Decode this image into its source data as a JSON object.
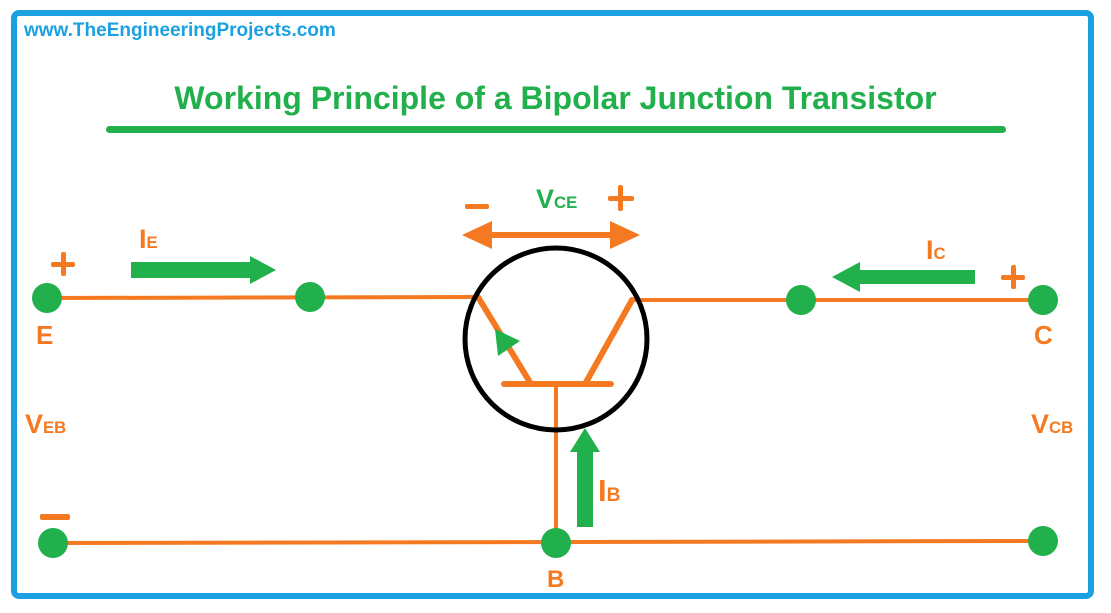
{
  "header": {
    "site_url": "www.TheEngineeringProjects.com",
    "title": "Working Principle of a Bipolar Junction Transistor"
  },
  "labels": {
    "emitter_terminal": "E",
    "collector_terminal": "C",
    "base_terminal": "B",
    "emitter_current": {
      "main": "I",
      "sub": "E"
    },
    "collector_current": {
      "main": "I",
      "sub": "C"
    },
    "base_current": {
      "main": "I",
      "sub": "B"
    },
    "voltage_eb": {
      "main": "V",
      "sub": "EB"
    },
    "voltage_cb": {
      "main": "V",
      "sub": "CB"
    },
    "voltage_ce": {
      "main": "V",
      "sub": "CE"
    }
  },
  "colors": {
    "frame": "#1ba1e2",
    "title": "#21b04b",
    "wire": "#f47920",
    "node": "#21b04b",
    "arrow": "#21b04b",
    "circle": "#000000"
  }
}
